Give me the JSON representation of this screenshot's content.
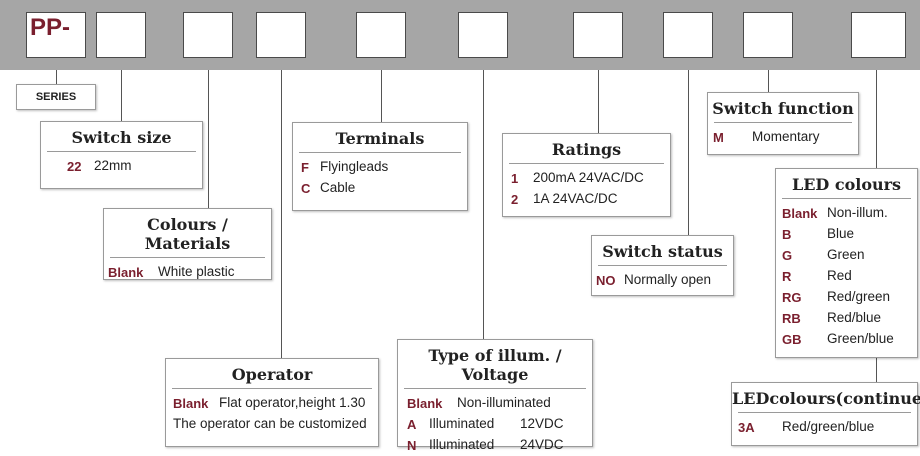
{
  "code_bar": {
    "prefix": "PP-"
  },
  "series_label": "SERIES",
  "switch_size": {
    "title": "Switch size",
    "rows": [
      {
        "code": "22",
        "desc": "22mm"
      }
    ]
  },
  "colours_materials": {
    "title": "Colours / Materials",
    "rows": [
      {
        "code": "Blank",
        "desc": "White plastic"
      }
    ]
  },
  "operator": {
    "title": "Operator",
    "rows": [
      {
        "code": "Blank",
        "desc": "Flat operator,height 1.30"
      }
    ],
    "note": "The operator can be customized"
  },
  "terminals": {
    "title": "Terminals",
    "rows": [
      {
        "code": "F",
        "desc": "Flyingleads"
      },
      {
        "code": "C",
        "desc": "Cable"
      }
    ]
  },
  "illumination": {
    "title": "Type of illum. / Voltage",
    "rows": [
      {
        "code": "Blank",
        "desc": "Non-illuminated",
        "volt": ""
      },
      {
        "code": "A",
        "desc": "Illuminated",
        "volt": "12VDC"
      },
      {
        "code": "N",
        "desc": "Illuminated",
        "volt": "24VDC"
      }
    ]
  },
  "ratings": {
    "title": "Ratings",
    "rows": [
      {
        "code": "1",
        "desc": "200mA 24VAC/DC"
      },
      {
        "code": "2",
        "desc": "1A 24VAC/DC"
      }
    ]
  },
  "switch_status": {
    "title": "Switch status",
    "rows": [
      {
        "code": "NO",
        "desc": "Normally open"
      }
    ]
  },
  "switch_function": {
    "title": "Switch function",
    "rows": [
      {
        "code": "M",
        "desc": "Momentary"
      }
    ]
  },
  "led_colours": {
    "title": "LED colours",
    "rows": [
      {
        "code": "Blank",
        "desc": "Non-illum."
      },
      {
        "code": "B",
        "desc": "Blue"
      },
      {
        "code": "G",
        "desc": "Green"
      },
      {
        "code": "R",
        "desc": "Red"
      },
      {
        "code": "RG",
        "desc": "Red/green"
      },
      {
        "code": "RB",
        "desc": "Red/blue"
      },
      {
        "code": "GB",
        "desc": "Green/blue"
      }
    ]
  },
  "led_colours_continued": {
    "title": "LEDcolours(continued)",
    "rows": [
      {
        "code": "3A",
        "desc": "Red/green/blue"
      }
    ]
  },
  "colors": {
    "code_accent": "#7a1f2e",
    "bar": "#a6a6a6"
  }
}
